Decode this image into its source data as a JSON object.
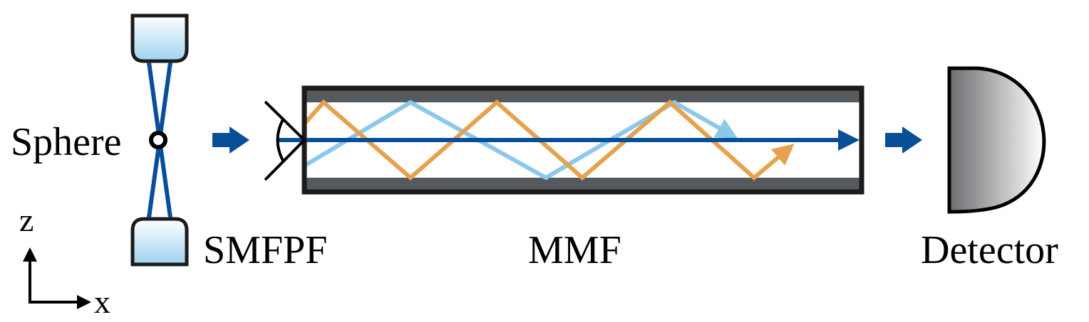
{
  "labels": {
    "sphere": "Sphere",
    "smfpf": "SMFPF",
    "mmf": "MMF",
    "detector": "Detector",
    "axis_z": "z",
    "axis_x": "x"
  },
  "colors": {
    "dark_blue": "#084e98",
    "light_blue": "#8cc8ec",
    "orange": "#e6a24e",
    "fiber_outline": "#1b1b1b",
    "cladding": "#555a5e",
    "fiber_tip_top": "#ffffff",
    "fiber_tip_bottom": "#9fd2ef",
    "detector_dark": "#6b6d70",
    "detector_light": "#ffffff"
  },
  "icons": {
    "fiber_tip": "cavity-fiber-icon",
    "beam_arrow": "arrow-right-icon",
    "detector": "photodetector-icon"
  }
}
